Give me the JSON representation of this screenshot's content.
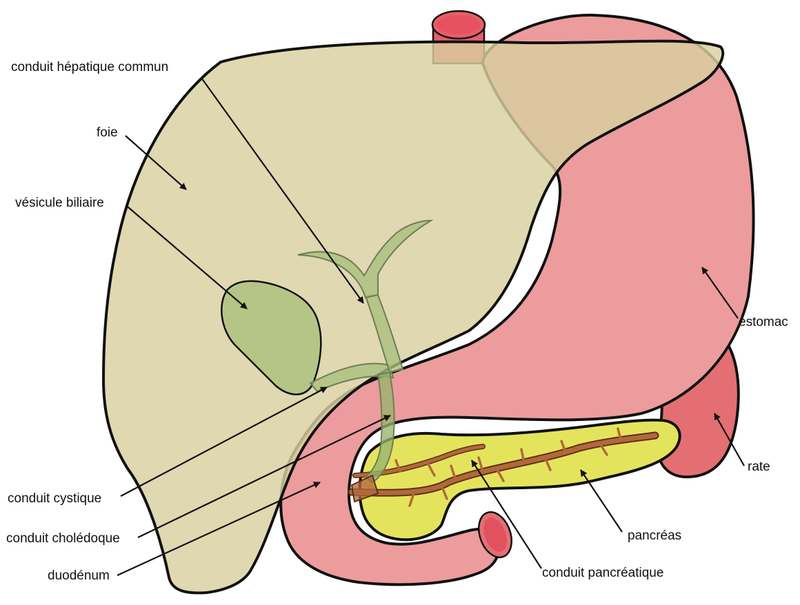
{
  "labels": {
    "conduit_hepatique_commun": "conduit hépatique commun",
    "foie": "foie",
    "vesicule_biliaire": "vésicule biliaire",
    "estomac": "estomac",
    "rate": "rate",
    "conduit_cystique": "conduit cystique",
    "conduit_choledoque": "conduit cholédoque",
    "duodenum": "duodénum",
    "pancreas": "pancréas",
    "conduit_pancreatique": "conduit pancréatique"
  },
  "colors": {
    "liver": "#d8d0a0",
    "stomach": "#ec9c9c",
    "spleen": "#e46f72",
    "aorta": "#e85e6a",
    "pancreas": "#e4e45c",
    "gallbladder": "#a9bf7c",
    "pancreatic_duct": "#b2683c",
    "outline": "#111111"
  }
}
